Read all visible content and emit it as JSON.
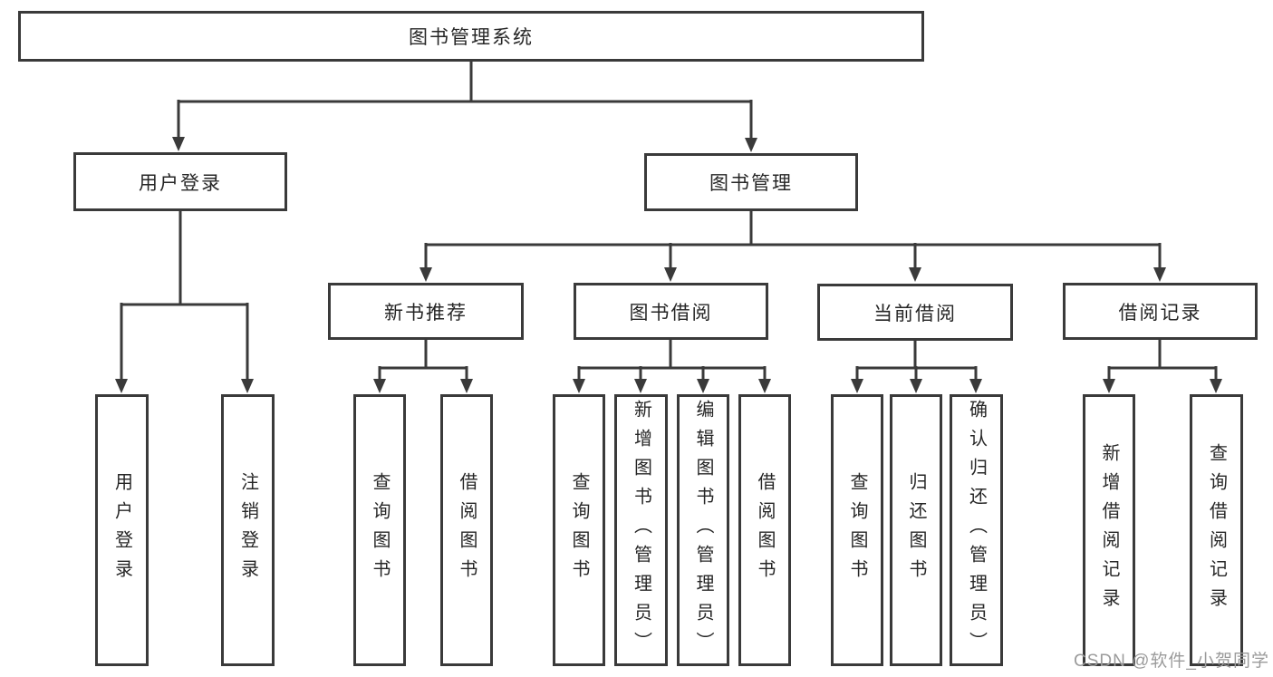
{
  "diagram": {
    "root": {
      "label": "图书管理系统"
    },
    "level2": [
      {
        "label": "用户登录"
      },
      {
        "label": "图书管理"
      }
    ],
    "level3": [
      {
        "label": "新书推荐"
      },
      {
        "label": "图书借阅"
      },
      {
        "label": "当前借阅"
      },
      {
        "label": "借阅记录"
      }
    ],
    "leaves": [
      {
        "label": "用户登录"
      },
      {
        "label": "注销登录"
      },
      {
        "label": "查询图书"
      },
      {
        "label": "借阅图书"
      },
      {
        "label": "查询图书"
      },
      {
        "label": "新增图书（管理员）"
      },
      {
        "label": "编辑图书（管理员）"
      },
      {
        "label": "借阅图书"
      },
      {
        "label": "查询图书"
      },
      {
        "label": "归还图书"
      },
      {
        "label": "确认归还（管理员）"
      },
      {
        "label": "新增借阅记录"
      },
      {
        "label": "查询借阅记录"
      }
    ]
  },
  "watermark": {
    "text": "CSDN @软件_小贺同学"
  },
  "colors": {
    "line": "#3a3a3a",
    "text": "#262626",
    "watermark": "#9b9b9b",
    "background": "#ffffff"
  }
}
